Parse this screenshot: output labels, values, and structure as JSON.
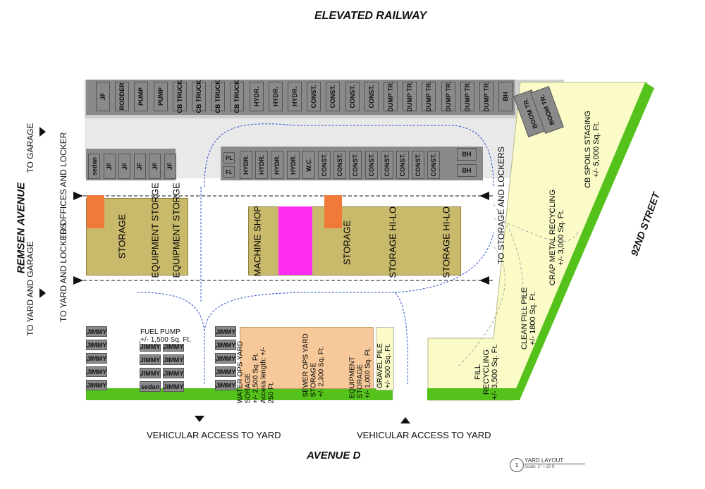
{
  "streets": {
    "north": "ELEVATED RAILWAY",
    "south": "AVENUE D",
    "west": "REMSEN AVENUE",
    "east": "92ND STREET"
  },
  "access": {
    "to_garage": "TO GARAGE",
    "to_yard_garage": "TO YARD AND GARAGE",
    "to_offices_locker": "TO OFFICES AND LOCKER",
    "to_yard_lockers": "TO YARD AND LOCKERS",
    "to_storage_lockers": "TO STORAGE AND LOCKERS",
    "vehicular_1": "VEHICULAR ACCESS TO YARD",
    "vehicular_2": "VEHICULAR ACCESS TO YARD"
  },
  "top_row_stalls": [
    "JF",
    "RODDER",
    "PUMP",
    "PUMP",
    "CB TRUCK",
    "CB TRUCK",
    "CB TRUCK",
    "CB TRUCK",
    "HYDR.",
    "HYDR.",
    "HYDR.",
    "CONST.",
    "CONST.",
    "CONST.",
    "CONST.",
    "DUMP TR.",
    "DUMP TR.",
    "DUMP TR.",
    "DUMP TR.",
    "DUMP TR.",
    "DUMP TR.",
    "BH"
  ],
  "boom": [
    "BOOM TR.",
    "BOOM TR."
  ],
  "mid_left_stalls": [
    "sedan",
    "JF",
    "JF",
    "JF",
    "JF",
    "JF"
  ],
  "mid_right_stalls": [
    "HYDR.",
    "HYDR.",
    "HYDR.",
    "HYDR.",
    "W.C.",
    "CONST.",
    "CONST.",
    "CONST.",
    "CONST.",
    "CONST.",
    "CONST.",
    "CONST.",
    "CONST."
  ],
  "pl_labels": [
    "PL",
    "FL"
  ],
  "bh_labels": [
    "BH",
    "BH"
  ],
  "buildings": {
    "storage_1": "STORAGE",
    "equip_1": "EQUIPMENT STORGE",
    "equip_2": "EQUIPMENT STORGE",
    "machine_shop": "MACHINE SHOP",
    "storage_2": "STORAGE",
    "hilo_1": "STORAGE HI-LO",
    "hilo_2": "STORAGE HI-LO"
  },
  "jimmy": "JIMMY",
  "sedan": "sedan",
  "fuel_pump": {
    "title": "FUEL PUMP",
    "area": "+/- 1,500 Sq. Ft."
  },
  "water_ops": {
    "l1": "WATER OPS YARD",
    "l2": "SORAGE",
    "l3": "+/- 2,500 Sq. Ft.",
    "l4": "Access length: +/-",
    "l5": "250 Ft."
  },
  "sewer_ops": {
    "l1": "SEWER OPS YARD",
    "l2": "STORAGE",
    "l3": "+/- 2,300 Sq. Ft."
  },
  "equip_storage": {
    "l1": "EQUIPMENT",
    "l2": "STORAGE",
    "l3": "+/- 1,000 Sq. Ft."
  },
  "gravel": {
    "l1": "GRAVEL PILE",
    "l2": "+/- 500 Sq. Ft."
  },
  "cb_spoils": {
    "l1": "CB SPOILS STAGING",
    "l2": "+/- 5,000 Sq. Ft."
  },
  "scrap_metal": {
    "l1": "CRAP METAL RECYCLING",
    "l2": "+/- 3,000 Sq. Ft."
  },
  "clean_fill": {
    "l1": "CLEAN FILL PILE",
    "l2": "+/- 1800 Sq. Ft."
  },
  "fill_recycling": {
    "l1": "FILL",
    "l2": "RECYCLING",
    "l3": "+/- 3,500 Sq. Ft."
  },
  "title_block": {
    "number": "1",
    "title": "YARD LAYOUT",
    "scale": "Scale: 1\" = 20 ft"
  },
  "colors": {
    "stall": "#8a8a8a",
    "building": "#c9b96b",
    "accent_orange": "#f07a3a",
    "magenta": "#ff2df0",
    "peach": "#f7c99a",
    "green": "#55c21b",
    "pale_yellow": "#fbfbc8",
    "path_blue": "#3355cc"
  }
}
